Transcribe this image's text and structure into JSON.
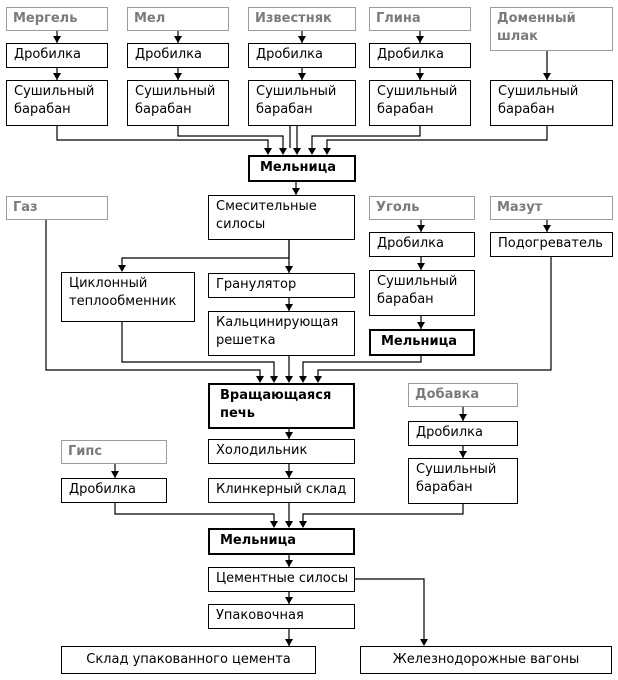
{
  "raw_materials": {
    "mergel": "Мергель",
    "mel": "Мел",
    "izvestnyak": "Известняк",
    "glina": "Глина",
    "shlak": "Доменный\nшлак",
    "gaz": "Газ",
    "ugol": "Уголь",
    "mazut": "Мазут",
    "gips": "Гипс",
    "dobavka": "Добавка"
  },
  "steps": {
    "crusher": "Дробилка",
    "dryer": "Сушильный\nбарабан",
    "mill": "Мельница",
    "mixing_silos": "Смесительные\nсилосы",
    "heater": "Подогреватель",
    "cyclone": "Циклонный\nтеплообменник",
    "granulator": "Гранулятор",
    "calcining_grate": "Кальцинирующая\nрешетка",
    "rotary_kiln": "Вращающаяся\nпечь",
    "cooler": "Холодильник",
    "clinker_store": "Клинкерный склад",
    "cement_silos": "Цементные силосы",
    "packing": "Упаковочная",
    "packed_store": "Склад упакованного цемента",
    "rail_wagons": "Железнодорожные вагоны"
  }
}
